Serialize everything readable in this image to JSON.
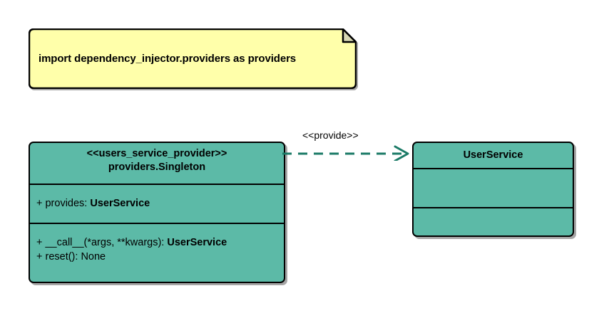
{
  "diagram": {
    "type": "uml-class-diagram",
    "background": "#ffffff",
    "colors": {
      "note_fill": "#ffffaa",
      "class_fill": "#5cbaa7",
      "border": "#000000",
      "connector": "#1a7a66"
    }
  },
  "note": {
    "text": "import dependency_injector.providers as providers"
  },
  "provider_class": {
    "stereotype": "<<users_service_provider>>",
    "name": "providers.Singleton",
    "attributes": [
      {
        "prefix": "+ provides: ",
        "type": "UserService"
      }
    ],
    "methods": [
      {
        "prefix": "+ __call__(*args, **kwargs): ",
        "type": "UserService"
      },
      {
        "prefix": "+ reset(): None",
        "type": ""
      }
    ]
  },
  "service_class": {
    "name": "UserService",
    "attributes": [],
    "methods": []
  },
  "connector": {
    "label": "<<provide>>",
    "style": "dashed",
    "arrow": "open"
  }
}
